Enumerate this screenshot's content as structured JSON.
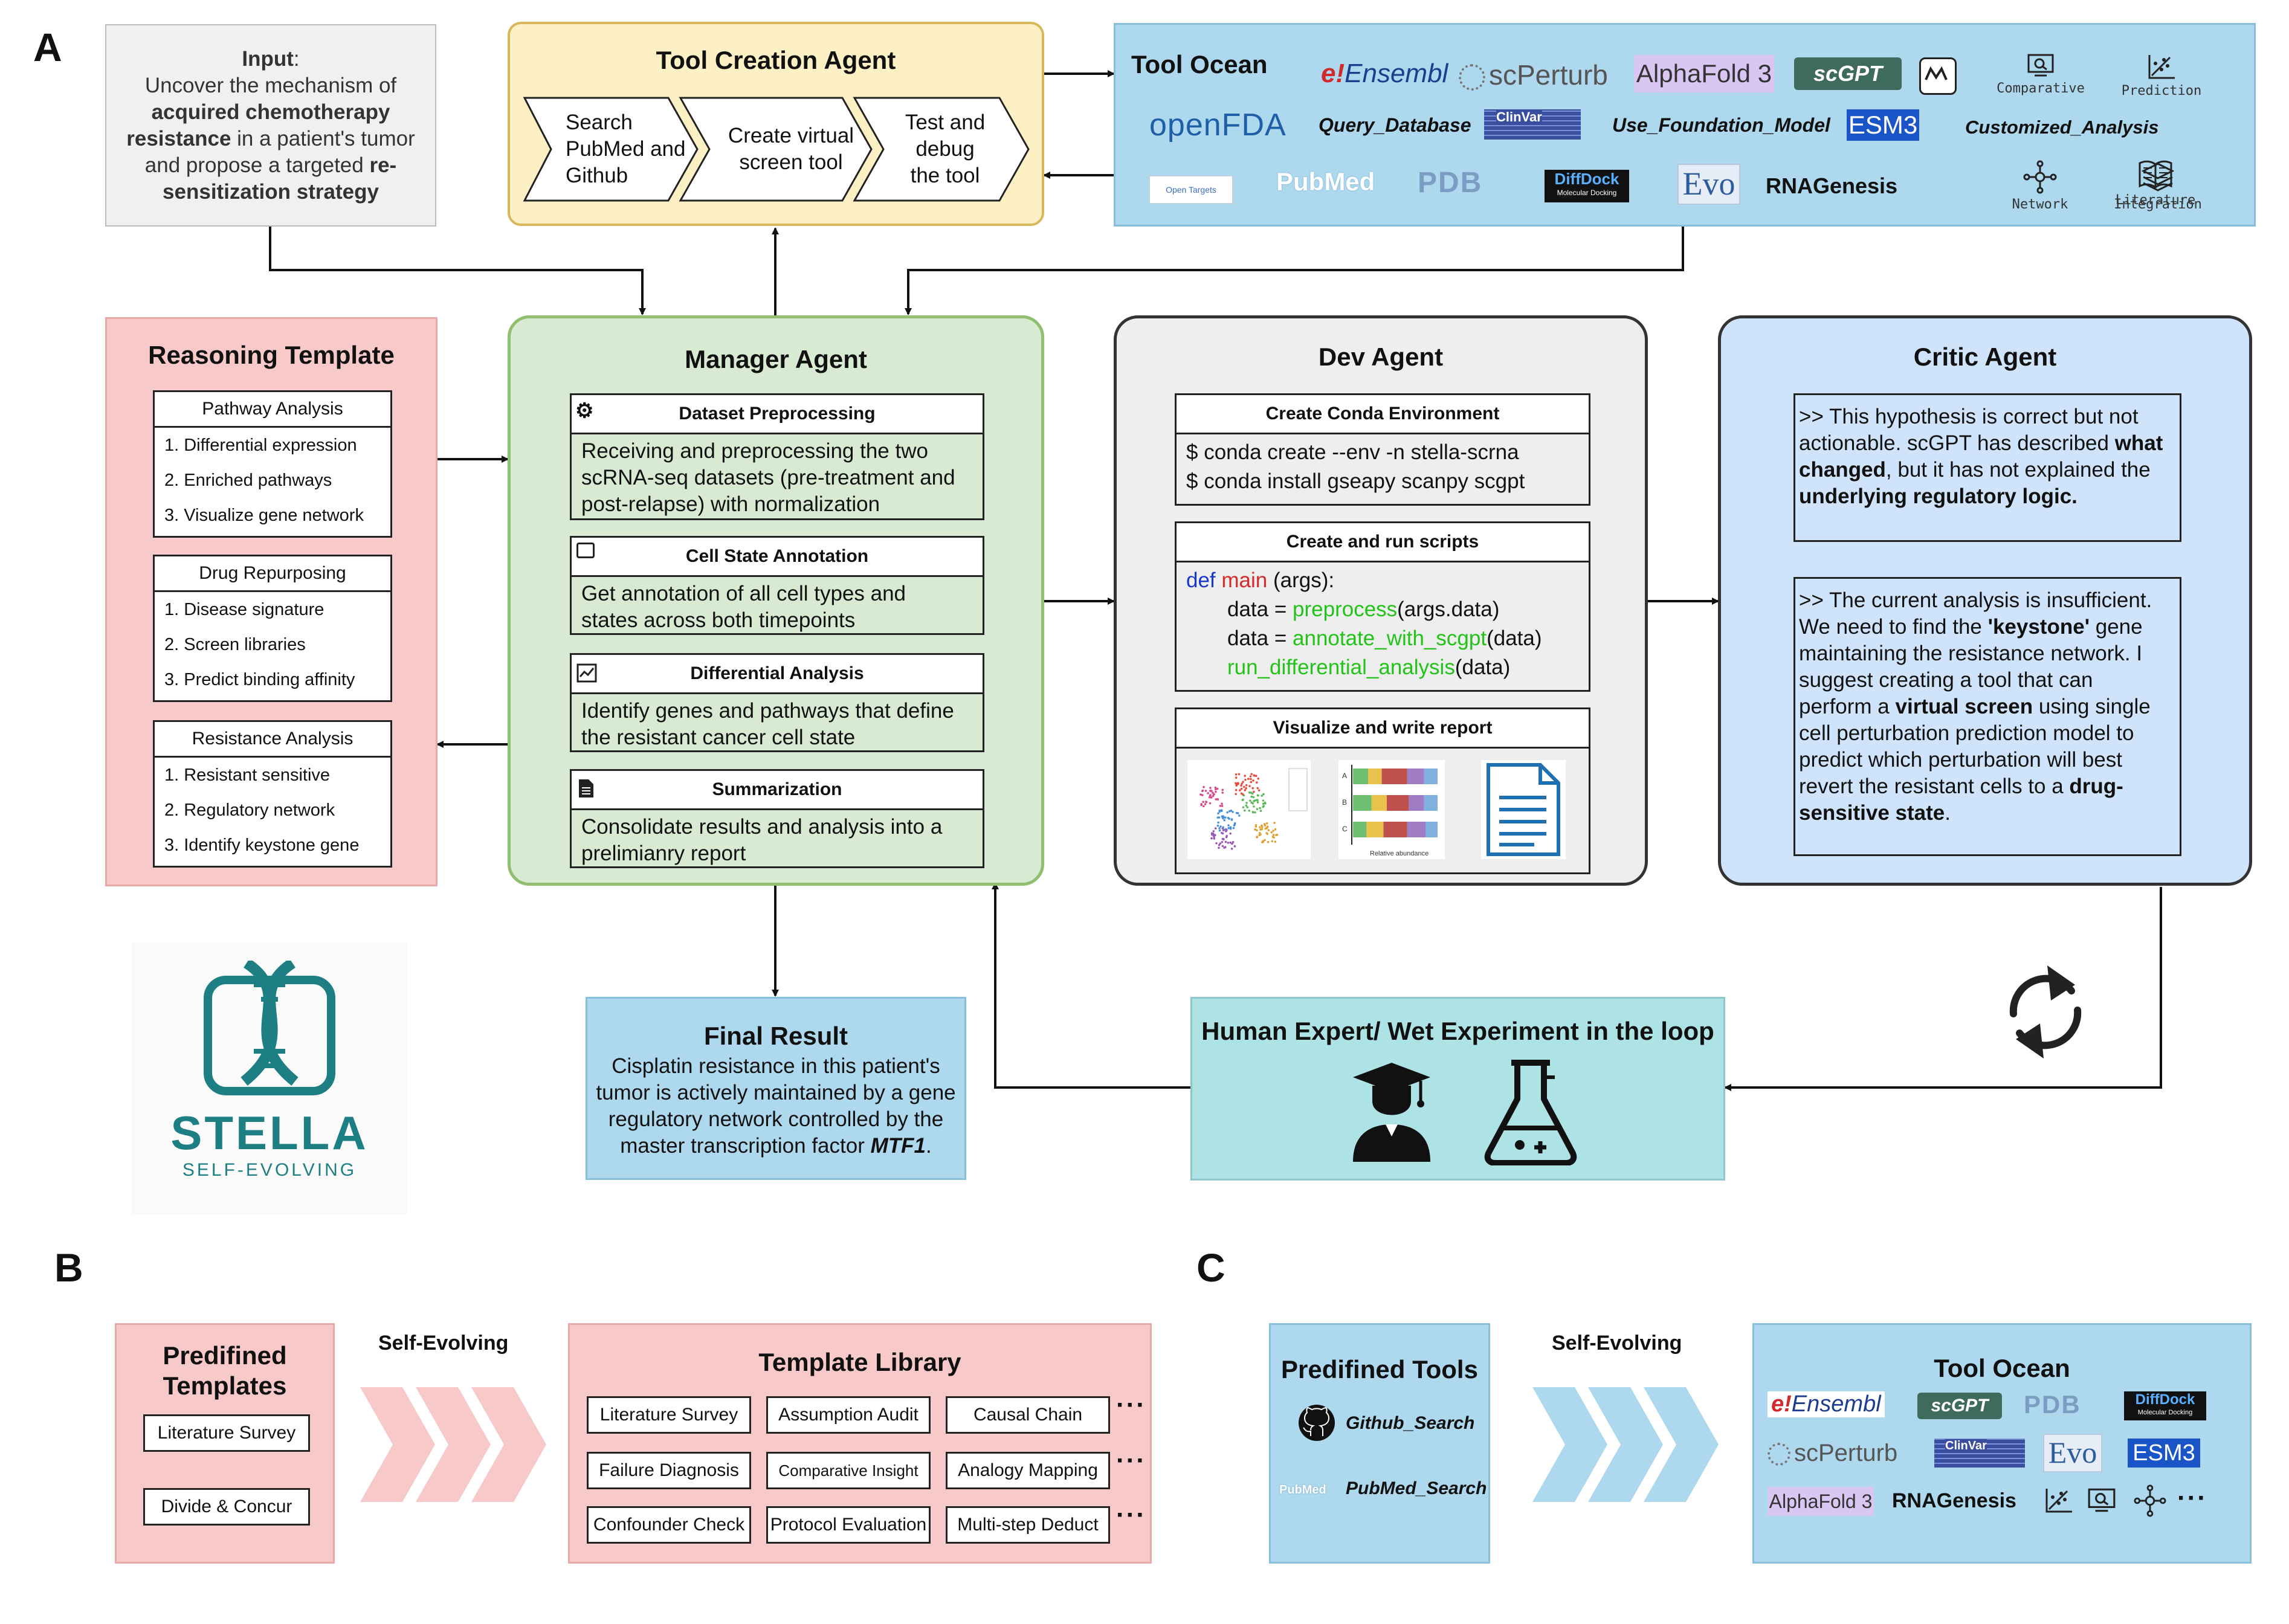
{
  "panels": {
    "a": "A",
    "b": "B",
    "c": "C"
  },
  "input": {
    "label": "Input",
    "colon": ":",
    "line1": "Uncover the mechanism of",
    "line2_bold": "acquired chemotherapy",
    "line3_bold": "resistance",
    "line3_rest": " in a patient's tumor",
    "line4": "and propose a targeted ",
    "line4_bold": "re-",
    "line5_bold": "sensitization strategy"
  },
  "tool_creation": {
    "title": "Tool Creation Agent",
    "steps": [
      {
        "l1": "Search",
        "l2": "PubMed and",
        "l3": "Github"
      },
      {
        "l1": "Create virtual",
        "l2": "screen tool",
        "l3": ""
      },
      {
        "l1": "Test and",
        "l2": "debug",
        "l3": "the tool"
      }
    ]
  },
  "tool_ocean": {
    "title": "Tool Ocean",
    "items": {
      "ensembl": "Ensembl",
      "ensembl_e": "e!",
      "scperturb": "scPerturb",
      "alphafold": "AlphaFold 3",
      "scgpt": "scGPT",
      "comparative": "Comparative",
      "prediction": "Prediction",
      "openfda": "openFDA",
      "query_database": "Query_Database",
      "clinvar": "ClinVar",
      "use_foundation_model": "Use_Foundation_Model",
      "esm3": "ESM3",
      "customized_analysis": "Customized_Analysis",
      "open_targets": "Open Targets",
      "pubmed": "PubMed",
      "pdb": "PDB",
      "diffdock": "DiffDock",
      "diffdock_sub": "Molecular Docking",
      "evo": "Evo",
      "rnagenesis": "RNAGenesis",
      "network": "Network",
      "integration": "Integration",
      "literature": "Literature"
    }
  },
  "reasoning": {
    "title": "Reasoning Template",
    "groups": [
      {
        "head": "Pathway Analysis",
        "items": [
          "1. Differential expression",
          "2. Enriched pathways",
          "3. Visualize gene network"
        ]
      },
      {
        "head": "Drug Repurposing",
        "items": [
          "1. Disease signature",
          "2. Screen libraries",
          "3. Predict binding affinity"
        ]
      },
      {
        "head": "Resistance Analysis",
        "items": [
          "1. Resistant sensitive",
          "2. Regulatory network",
          "3. Identify keystone gene"
        ]
      }
    ]
  },
  "manager": {
    "title": "Manager Agent",
    "cards": [
      {
        "head": "Dataset Preprocessing",
        "body": [
          "Receiving and preprocessing the two",
          "scRNA-seq datasets (pre-treatment and",
          "post-relapse) with normalization"
        ]
      },
      {
        "head": "Cell State Annotation",
        "body": [
          "Get annotation of all cell types and",
          "states across both timepoints"
        ]
      },
      {
        "head": "Differential Analysis",
        "body": [
          "Identify genes and pathways that define",
          "the resistant cancer cell state"
        ]
      },
      {
        "head": "Summarization",
        "body": [
          "Consolidate results and analysis into a",
          "prelimianry report"
        ]
      }
    ]
  },
  "dev": {
    "title": "Dev Agent",
    "conda_head": "Create Conda Environment",
    "conda_lines": [
      "$ conda create --env -n stella-scrna",
      "$ conda install gseapy scanpy scgpt"
    ],
    "scripts_head": "Create and run scripts",
    "code": {
      "def": "def ",
      "main": "main",
      "args": " (args):",
      "data_eq": "data = ",
      "preprocess": "preprocess",
      "pre_args": "(args.data)",
      "annotate": "annotate_with_scgpt",
      "ann_args": "(data)",
      "run_diff": "run_differential_analysis",
      "run_args": "(data)"
    },
    "viz_head": "Visualize and write report",
    "bar_axis": "Relative abundance",
    "bar_labels": [
      "A",
      "B",
      "C"
    ]
  },
  "critic": {
    "title": "Critic Agent",
    "box1": {
      "p1": ">> This hypothesis is correct but not",
      "p2": "actionable. scGPT has described ",
      "p2b": "what",
      "p3b": "changed",
      "p3": ", but it has not explained the",
      "p4b": "underlying regulatory logic."
    },
    "box2": {
      "l1": ">> The current analysis is insufficient.",
      "l2a": "We need to find the ",
      "l2b": "'keystone'",
      "l2c": " gene",
      "l3": "maintaining the resistance network. I",
      "l4": "suggest creating a tool that can",
      "l5a": "perform a ",
      "l5b": "virtual screen",
      "l5c": " using single",
      "l6": "cell perturbation prediction model to",
      "l7": "predict which perturbation will best",
      "l8a": "revert the resistant cells to a ",
      "l8b": "drug-",
      "l9b": "sensitive state",
      "l9c": "."
    }
  },
  "final": {
    "title": "Final Result",
    "l1": "Cisplatin resistance in this patient's",
    "l2": "tumor is actively maintained by a gene",
    "l3": "regulatory network controlled by the",
    "l4a": "master transcription factor ",
    "l4b": "MTF1",
    "l4c": "."
  },
  "human": {
    "title": "Human Expert/ Wet Experiment in the loop"
  },
  "logo": {
    "name": "STELLA",
    "tagline": "SELF-EVOLVING"
  },
  "panel_b": {
    "predefined_title_l1": "Predifined",
    "predefined_title_l2": "Templates",
    "predefined_items": [
      "Literature Survey",
      "Divide & Concur"
    ],
    "self_evolving": "Self-Evolving",
    "library_title": "Template Library",
    "library": [
      [
        "Literature Survey",
        "Assumption Audit",
        "Causal Chain"
      ],
      [
        "Failure Diagnosis",
        "Comparative Insight",
        "Analogy Mapping"
      ],
      [
        "Confounder Check",
        "Protocol Evaluation",
        "Multi-step Deduct"
      ]
    ],
    "more": "···"
  },
  "panel_c": {
    "predefined_title": "Predifined Tools",
    "tools": [
      "Github_Search",
      "PubMed_Search"
    ],
    "pubmed_mini": "PubMed",
    "self_evolving": "Self-Evolving",
    "ocean_title": "Tool Ocean",
    "items": {
      "ensembl": "Ensembl",
      "ensembl_e": "e!",
      "scgpt": "scGPT",
      "pdb": "PDB",
      "diffdock": "DiffDock",
      "diffdock_sub": "Molecular Docking",
      "scperturb": "scPerturb",
      "clinvar": "ClinVar",
      "evo": "Evo",
      "esm3": "ESM3",
      "alphafold": "AlphaFold 3",
      "rnagenesis": "RNAGenesis",
      "more": "···"
    }
  },
  "colors": {
    "yellow": "#fdf0c4",
    "blue": "#add8ed",
    "pink": "#f7c9c9",
    "green": "#d9ead3",
    "gray": "#eeeeee",
    "lightblue": "#cfe4fb",
    "teal": "#aee3e6",
    "logo_teal": "#1d7f83"
  }
}
